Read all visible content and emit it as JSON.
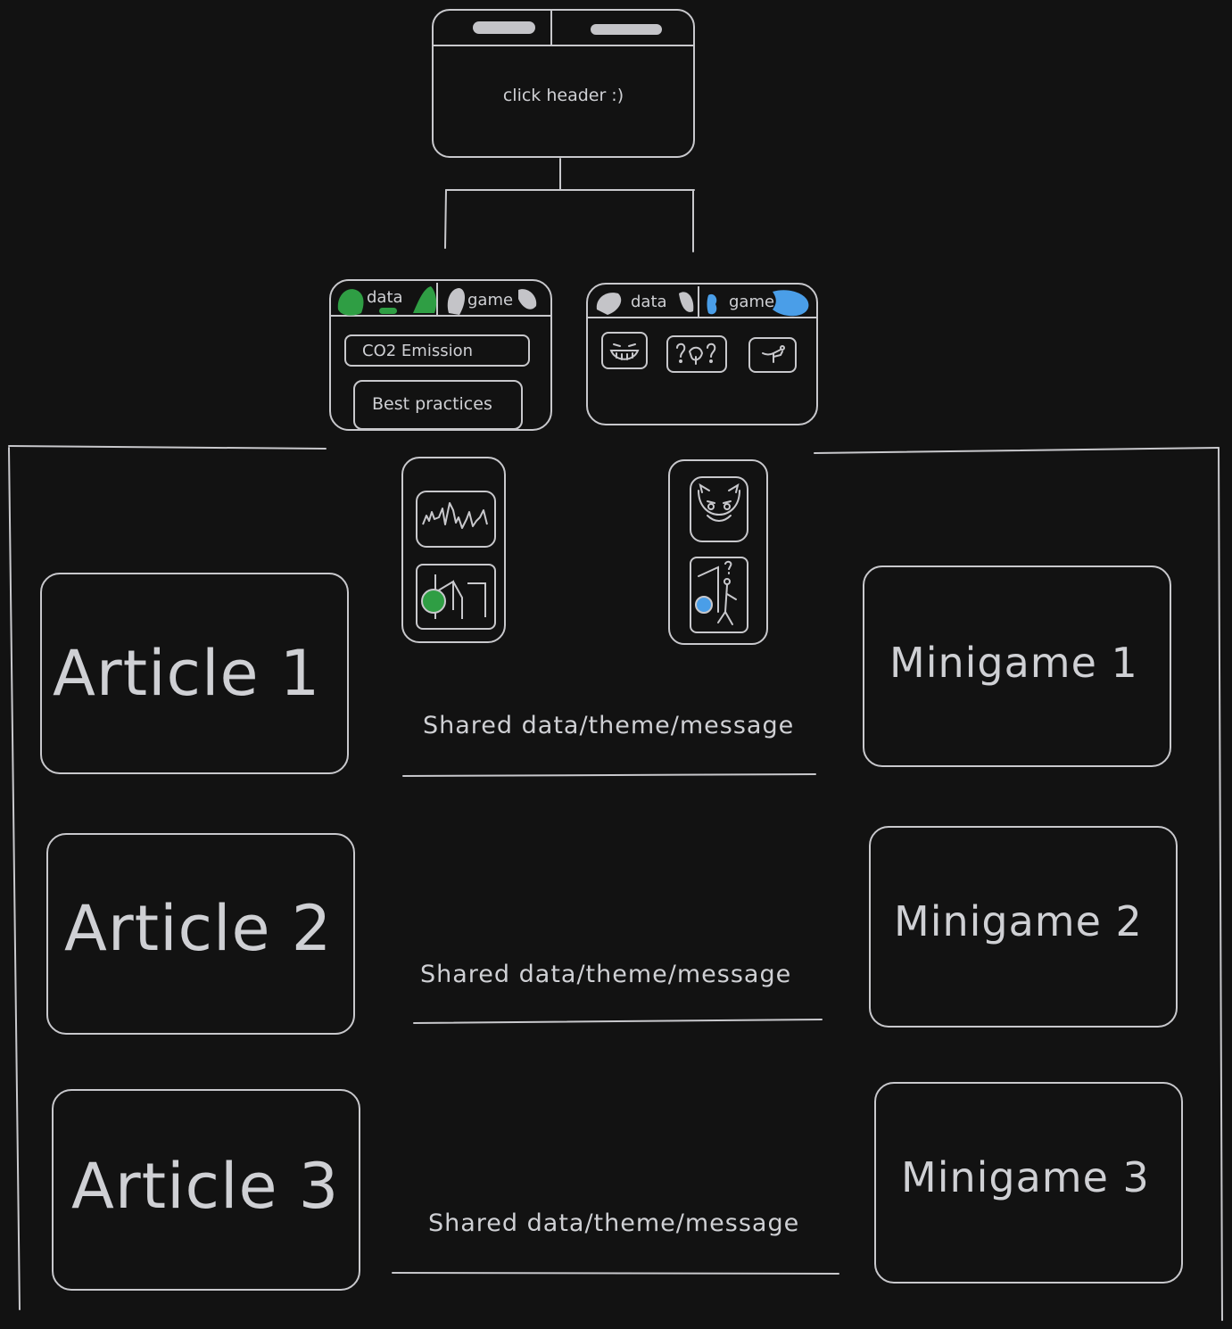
{
  "header_mock": {
    "caption": "click header :)"
  },
  "tab_labels": {
    "data": "data",
    "game": "game"
  },
  "data_menu": {
    "items": [
      "CO2 Emission",
      "Best practices"
    ]
  },
  "game_menu": {
    "icons": [
      "grinning-face-icon",
      "question-puzzle-icon",
      "runner-icon"
    ]
  },
  "articles": [
    "Article 1",
    "Article 2",
    "Article 3"
  ],
  "minigames": [
    "Minigame 1",
    "Minigame 2",
    "Minigame 3"
  ],
  "shared_labels": [
    "Shared data/theme/message",
    "Shared data/theme/message",
    "Shared data/theme/message"
  ],
  "colors": {
    "background": "#121212",
    "stroke": "#c8c8cc",
    "data_accent": "#2f9e44",
    "game_accent": "#4a9ee8"
  }
}
